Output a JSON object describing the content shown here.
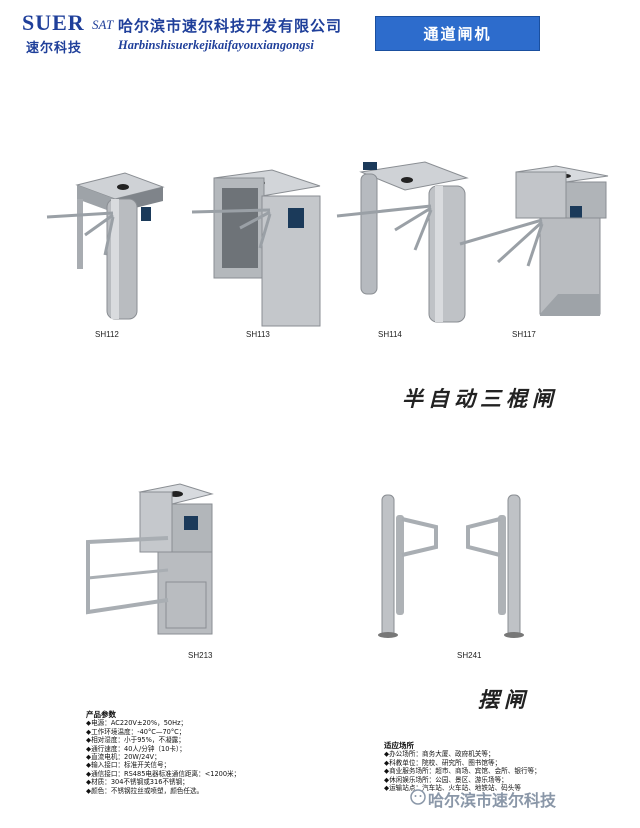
{
  "header": {
    "logo_main": "SUER",
    "logo_suffix": "SAT",
    "logo_cn": "速尔科技",
    "company_cn": "哈尔滨市速尔科技开发有限公司",
    "company_en": "Harbinshisuerkejikaifayouxiangongsi",
    "category": "通道闸机"
  },
  "products_row1": [
    {
      "model": "SH112"
    },
    {
      "model": "SH113"
    },
    {
      "model": "SH114"
    },
    {
      "model": "SH117"
    }
  ],
  "section1_title": "半自动三棍闸",
  "products_row2": [
    {
      "model": "SH213"
    },
    {
      "model": "SH241"
    }
  ],
  "section2_title": "摆闸",
  "params": {
    "title": "产品参数",
    "items": [
      "◆电源：AC220V±20%，50Hz；",
      "◆工作环境温度：-40°C—70°C；",
      "◆相对湿度：小于95%，不凝露；",
      "◆通行速度：40人/分钟（10卡）；",
      "◆直流电机：20W/24V；",
      "◆输入接口：标准开关信号；",
      "◆通信接口：RS485电器标准通信距离：<1200米；",
      "◆材质：304不锈钢或316不锈钢；",
      "◆颜色：不锈钢拉丝或喷塑，颜色任选。"
    ]
  },
  "venues": {
    "title": "适应场所",
    "items": [
      "◆办公场所：商务大厦、政府机关等；",
      "◆科教单位：院校、研究所、图书馆等；",
      "◆商业服务场所：超市、商场、宾馆、会所、银行等；",
      "◆休闲娱乐场所：公园、景区、游乐场等；",
      "◆运输站点：汽车站、火车站、地铁站、码头等"
    ]
  },
  "watermark": "哈尔滨市速尔科技",
  "colors": {
    "brand_blue": "#1f3f9a",
    "header_box": "#2d6ccc",
    "steel": "#b9bcc0"
  }
}
